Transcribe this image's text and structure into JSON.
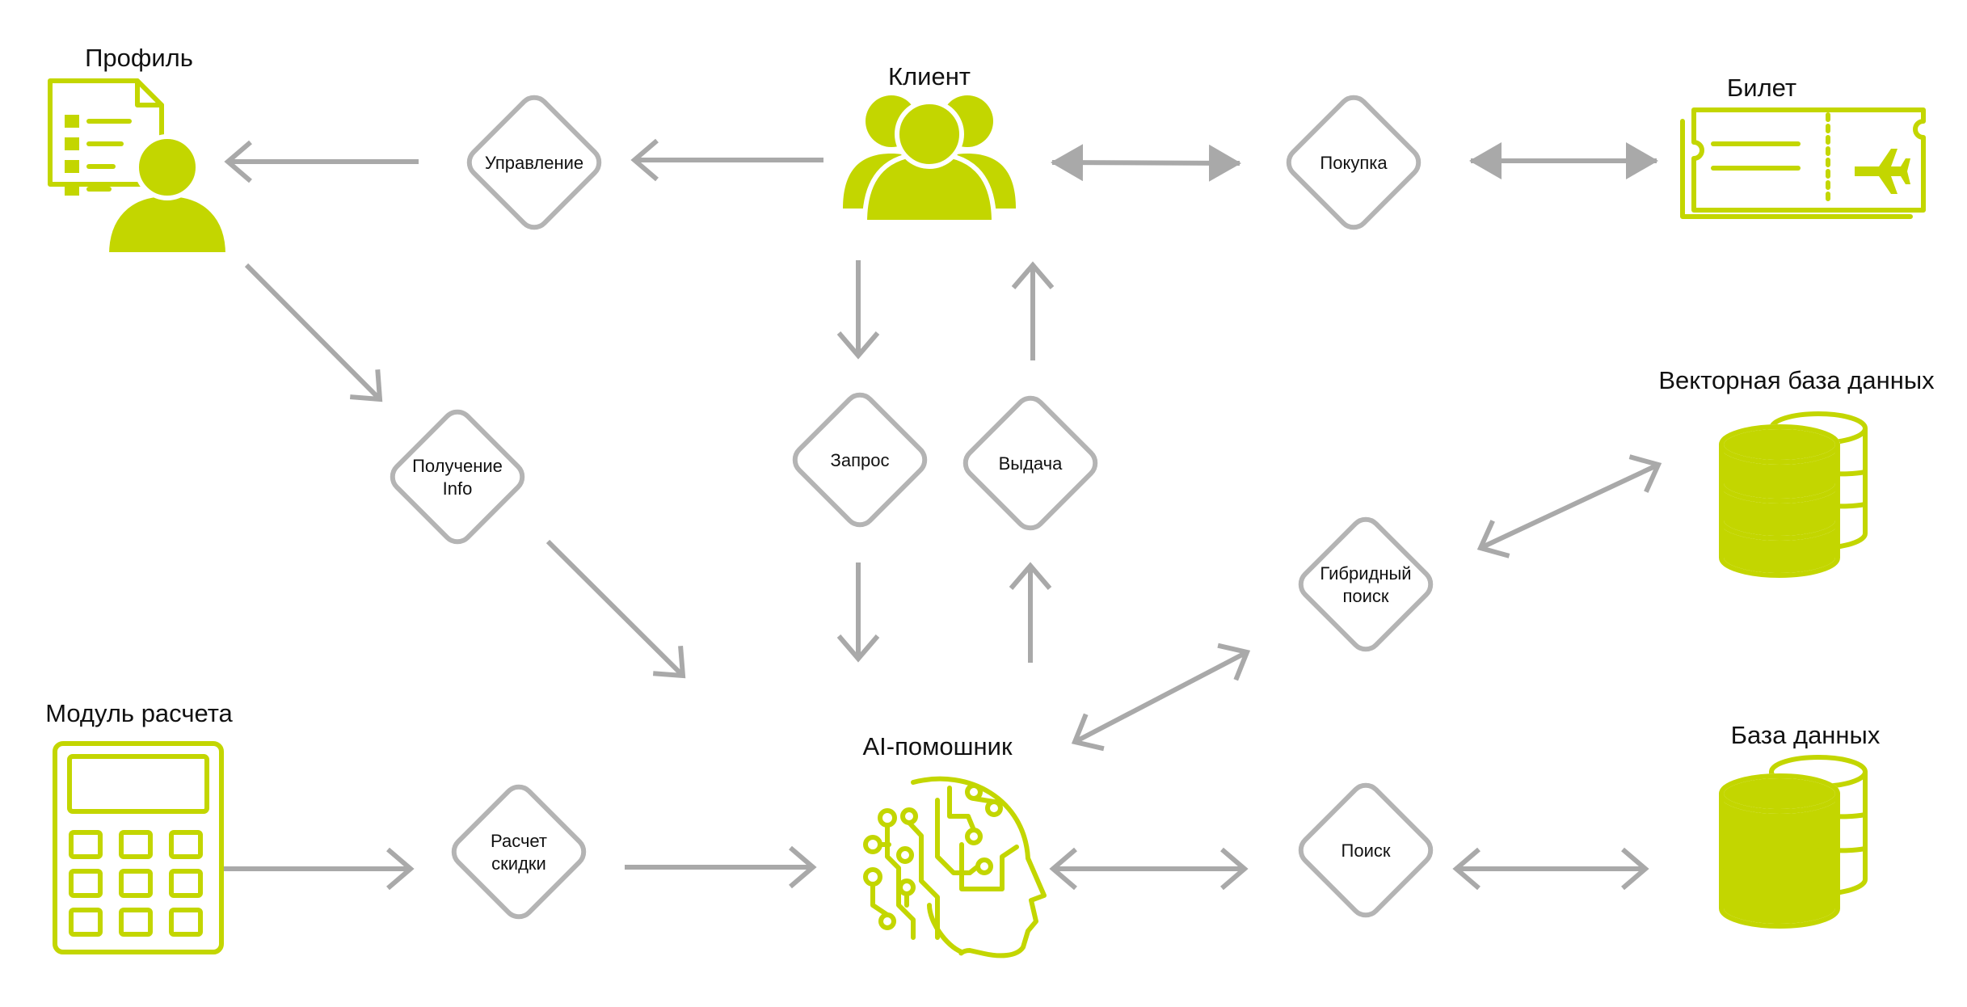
{
  "nodes": {
    "profile": "Профиль",
    "client": "Клиент",
    "ticket": "Билет",
    "vector_db": "Векторная база данных",
    "calc_module": "Модуль расчета",
    "ai_assistant": "AI-помошник",
    "database": "База данных"
  },
  "decisions": {
    "manage": "Управление",
    "purchase": "Покупка",
    "get_info_1": "Получение",
    "get_info_2": "Info",
    "request": "Запрос",
    "output": "Выдача",
    "hybrid_search_1": "Гибридный",
    "hybrid_search_2": "поиск",
    "discount_1": "Расчет",
    "discount_2": "скидки",
    "search": "Поиск"
  },
  "colors": {
    "accent": "#c3d600",
    "arrow": "#a9a9a9",
    "diamond_border": "#b4b4b4"
  },
  "icons": {
    "profile": "profile-document-icon",
    "client": "people-group-icon",
    "ticket": "plane-ticket-icon",
    "vector_db": "database-stack-icon",
    "calc_module": "calculator-icon",
    "ai_assistant": "ai-head-circuit-icon",
    "database": "database-stack-icon"
  }
}
